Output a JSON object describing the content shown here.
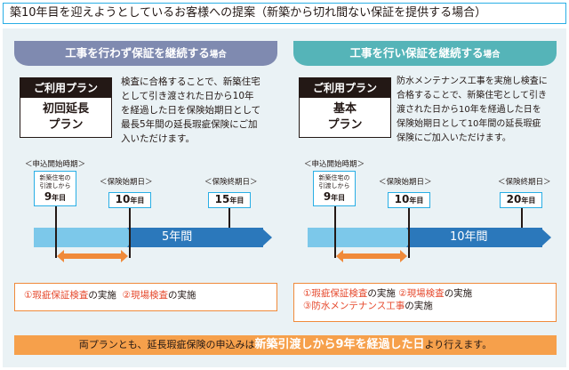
{
  "title": "築10年目を迎えようとしているお客様への提案（新築から切れ間ない保証を提供する場合）",
  "left": {
    "header_main": "工事を行わず保証を継続する",
    "header_suffix": "場合",
    "plan_label": "ご利用プラン",
    "plan_name_1": "初回延長",
    "plan_name_2": "プラン",
    "description": "検査に合格することで、新築住宅\nとして引き渡された日から10年\nを経過した日を保険始期日として\n最長5年間の延長瑕疵保険にご加\n入いただけます。",
    "apply_start": "＜申込開始時期＞",
    "start_label": "＜保険始期日＞",
    "end_label": "＜保険終期日＞",
    "tag1_line1": "新築住宅の",
    "tag1_line2": "引渡しから",
    "tag1_year": "9",
    "tag2_year": "10",
    "tag3_year": "15",
    "year_unit": "年目",
    "period": "5年間",
    "check1_num": "①",
    "check1": "瑕疵保証検査",
    "check1_suffix": "の実施",
    "check2_num": "②",
    "check2": "現場検査",
    "check2_suffix": "の実施"
  },
  "right": {
    "header_main": "工事を行い保証を継続する",
    "header_suffix": "場合",
    "plan_label": "ご利用プラン",
    "plan_name_1": "基本",
    "plan_name_2": "プラン",
    "description": "防水メンテナンス工事を実施し検査に\n合格することで、新築住宅として引き\n渡された日から10年を経過した日を\n保険始期日として10年間の延長瑕疵\n保険にご加入いただけます。",
    "apply_start": "＜申込開始時期＞",
    "start_label": "＜保険始期日＞",
    "end_label": "＜保険終期日＞",
    "tag1_line1": "新築住宅の",
    "tag1_line2": "引渡しから",
    "tag1_year": "9",
    "tag2_year": "10",
    "tag3_year": "20",
    "year_unit": "年目",
    "period": "10年間",
    "check1_num": "①",
    "check1": "瑕疵保証検査",
    "check1_suffix": "の実施",
    "check2_num": "②",
    "check2": "現場検査",
    "check2_suffix": "の実施",
    "check3_num": "③",
    "check3": "防水メンテナンス工事",
    "check3_suffix": "の実施"
  },
  "footer": {
    "prefix": "両プランとも、延長瑕疵保険の申込みは",
    "highlight": "新築引渡しから9年を経過した日",
    "suffix": "より行えます。"
  },
  "colors": {
    "title_border": "#29aee5",
    "left_header": "#7f8ab0",
    "right_header": "#55b4b8",
    "bar_light": "#7cc8ea",
    "bar_dark": "#2b78bb",
    "accent_orange": "#f08a3a",
    "footer_bg": "#f6a04b",
    "red_text": "#e6492d"
  }
}
